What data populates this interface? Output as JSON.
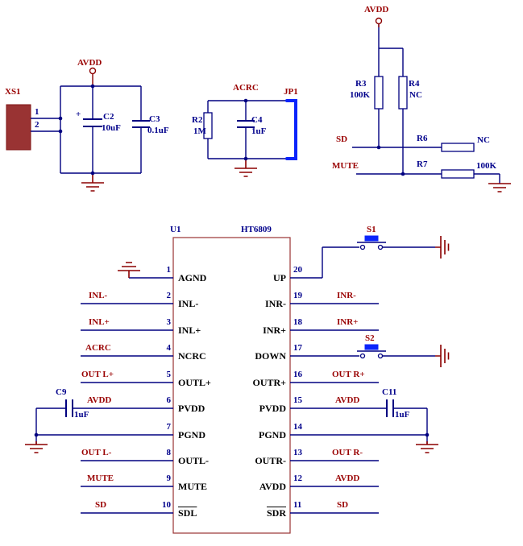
{
  "top_left": {
    "connector_ref": "XS1",
    "pin1": "1",
    "pin2": "2",
    "power_net": "AVDD",
    "c2_ref": "C2",
    "c2_value": "10uF",
    "c2_polarity": "+",
    "c3_ref": "C3",
    "c3_value": "0.1uF"
  },
  "top_middle": {
    "net": "ACRC",
    "r2_ref": "R2",
    "r2_value": "1M",
    "c4_ref": "C4",
    "c4_value": "1uF",
    "jumper_ref": "JP1"
  },
  "top_right": {
    "power_net": "AVDD",
    "r3_ref": "R3",
    "r3_value": "100K",
    "r4_ref": "R4",
    "r4_value": "NC",
    "sd_net": "SD",
    "mute_net": "MUTE",
    "r6_ref": "R6",
    "r6_value": "NC",
    "r7_ref": "R7",
    "r7_value": "100K"
  },
  "ic": {
    "ref": "U1",
    "part": "HT6809",
    "left_pins": [
      {
        "num": "1",
        "name": "AGND"
      },
      {
        "num": "2",
        "name": "INL-"
      },
      {
        "num": "3",
        "name": "INL+"
      },
      {
        "num": "4",
        "name": "NCRC"
      },
      {
        "num": "5",
        "name": "OUTL+"
      },
      {
        "num": "6",
        "name": "PVDD"
      },
      {
        "num": "7",
        "name": "PGND"
      },
      {
        "num": "8",
        "name": "OUTL-"
      },
      {
        "num": "9",
        "name": "MUTE"
      },
      {
        "num": "10",
        "name": "SDL"
      }
    ],
    "right_pins": [
      {
        "num": "20",
        "name": "UP"
      },
      {
        "num": "19",
        "name": "INR-"
      },
      {
        "num": "18",
        "name": "INR+"
      },
      {
        "num": "17",
        "name": "DOWN"
      },
      {
        "num": "16",
        "name": "OUTR+"
      },
      {
        "num": "15",
        "name": "PVDD"
      },
      {
        "num": "14",
        "name": "PGND"
      },
      {
        "num": "13",
        "name": "OUTR-"
      },
      {
        "num": "12",
        "name": "AVDD"
      },
      {
        "num": "11",
        "name": "SDR"
      }
    ]
  },
  "nets_left": [
    "INL-",
    "INL+",
    "ACRC",
    "OUT L+",
    "AVDD",
    "OUT L-",
    "MUTE",
    "SD"
  ],
  "nets_right": [
    "INR-",
    "INR+",
    "OUT R+",
    "AVDD",
    "OUT R-",
    "AVDD",
    "SD"
  ],
  "decoupling": {
    "c9_ref": "C9",
    "c9_value": "1uF",
    "c11_ref": "C11",
    "c11_value": "1uF"
  },
  "switches": {
    "s1_ref": "S1",
    "s2_ref": "S2"
  },
  "colors": {
    "wire": "#000080",
    "net_label": "#990000",
    "component_label": "#00008b",
    "ic_outline": "#993333",
    "jumper_blue": "#0b24fb",
    "ground": "#8b0000",
    "connector_fill": "#993333"
  }
}
